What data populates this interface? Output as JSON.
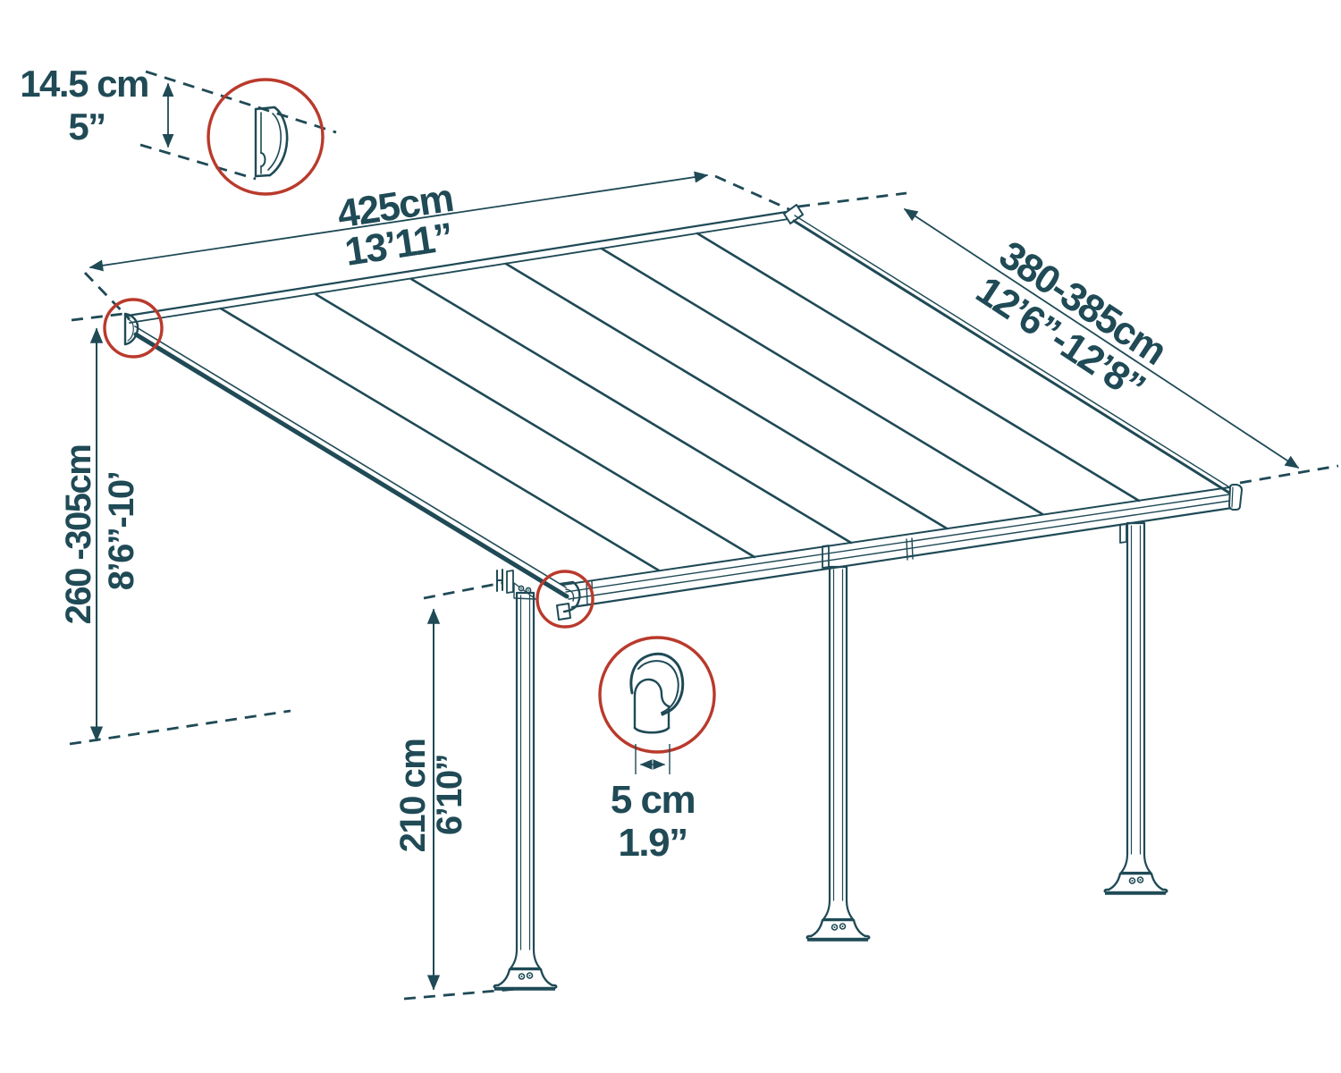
{
  "title": "Patio cover dimension diagram",
  "colors": {
    "line": "#1F4A56",
    "accent_red": "#B93A2C",
    "background": "#FFFFFF"
  },
  "dimensions": {
    "profile_height": {
      "metric": "14.5 cm",
      "imperial": "5”"
    },
    "roof_width": {
      "metric": "425cm",
      "imperial": "13’11”"
    },
    "roof_depth": {
      "metric": "380-385cm",
      "imperial": "12’6”-12’8”"
    },
    "attachment_height": {
      "metric": "260 -305cm",
      "imperial": "8’6”-10’"
    },
    "post_height": {
      "metric": "210 cm",
      "imperial": "6’10”"
    },
    "corner_profile_width": {
      "metric": "5 cm",
      "imperial": "1.9”"
    }
  }
}
